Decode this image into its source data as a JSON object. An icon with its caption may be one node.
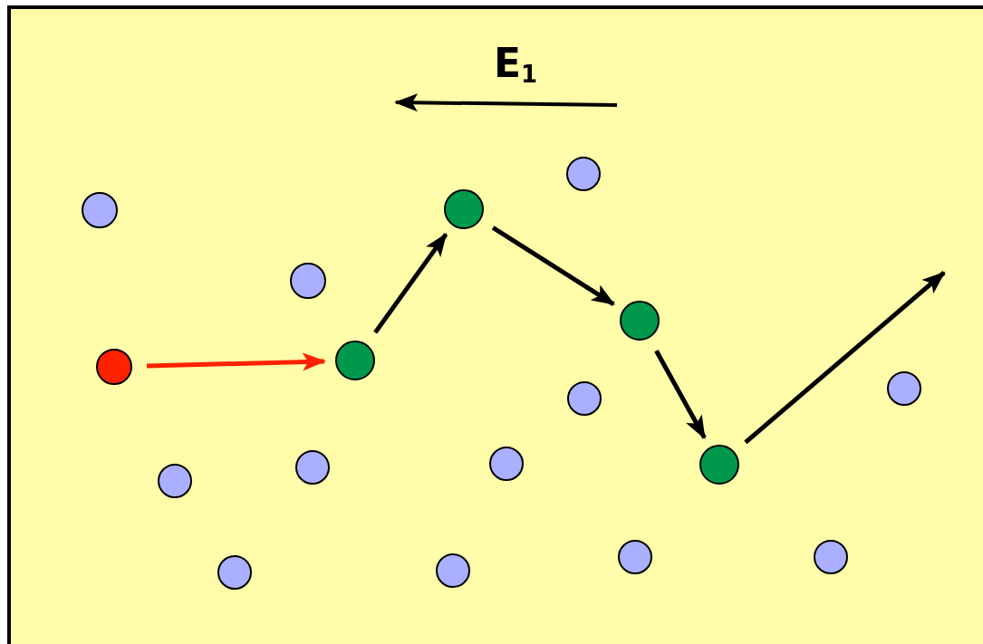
{
  "diagram": {
    "nodes": [
      {
        "text": [],
        "shape": "circle"
      },
      {
        "text": [],
        "shape": "circle"
      },
      {
        "text": [],
        "shape": "circle"
      },
      {
        "text": [],
        "shape": "circle"
      },
      {
        "text": [],
        "shape": "circle"
      },
      {
        "text": [],
        "shape": "circle"
      },
      {
        "text": [],
        "shape": "circle"
      },
      {
        "text": [],
        "shape": "circle"
      },
      {
        "text": [],
        "shape": "circle"
      },
      {
        "text": [],
        "shape": "circle"
      },
      {
        "text": [],
        "shape": "circle"
      },
      {
        "text": [],
        "shape": "circle"
      },
      {
        "text": [],
        "shape": "circle"
      },
      {
        "text": [],
        "shape": "circle"
      },
      {
        "text": [],
        "shape": "circle"
      },
      {
        "text": [],
        "shape": "circle"
      },
      {
        "text": [],
        "shape": "circle"
      }
    ],
    "edges": [
      {
        "from": 1,
        "to": 6,
        "arrow": "to",
        "color": "#ff2200"
      },
      {
        "from": 6,
        "to": 8,
        "arrow": "to"
      },
      {
        "from": 8,
        "to": 13,
        "arrow": "to"
      },
      {
        "from": 13,
        "to": 14,
        "arrow": "to"
      },
      {
        "from": 14,
        "to": null,
        "arrow": "to"
      }
    ],
    "labels": [
      "E$_{1}$"
    ]
  }
}
